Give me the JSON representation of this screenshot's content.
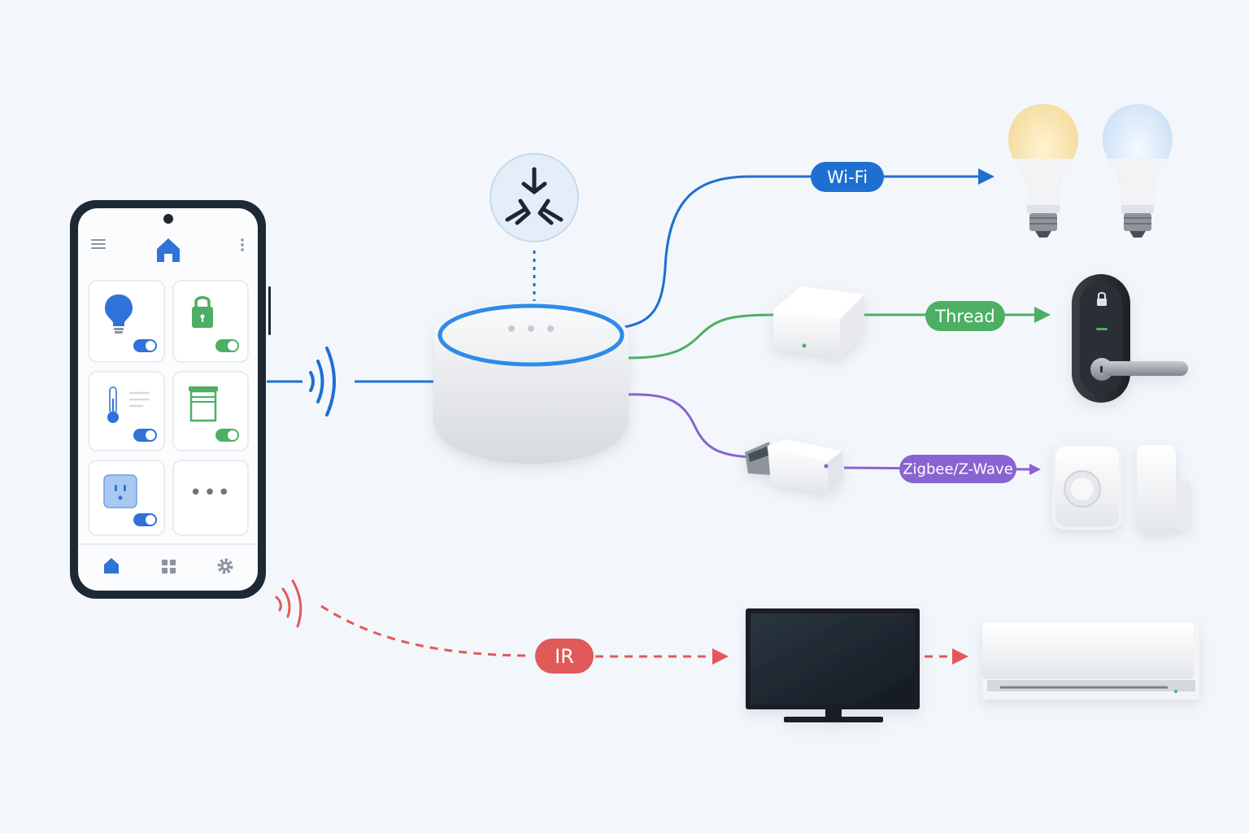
{
  "diagram": {
    "protocols": {
      "wifi": "Wi-Fi",
      "thread": "Thread",
      "zigbee": "Zigbee/Z-Wave",
      "ir": "IR"
    },
    "phone": {
      "more_tile": "•••"
    },
    "colors": {
      "wifi": "#1f6fd1",
      "thread": "#4caf64",
      "zigbee": "#8a63d2",
      "ir": "#e05a5a",
      "hub_ring": "#2f8be8",
      "background": "#f3f7fb"
    },
    "icons": [
      "menu-icon",
      "home-icon",
      "more-vert-icon",
      "lightbulb-icon",
      "lock-icon",
      "thermometer-icon",
      "blinds-icon",
      "outlet-icon",
      "grid-icon",
      "gear-icon",
      "matter-logo-icon",
      "wireless-signal-icon",
      "ir-signal-icon"
    ]
  }
}
